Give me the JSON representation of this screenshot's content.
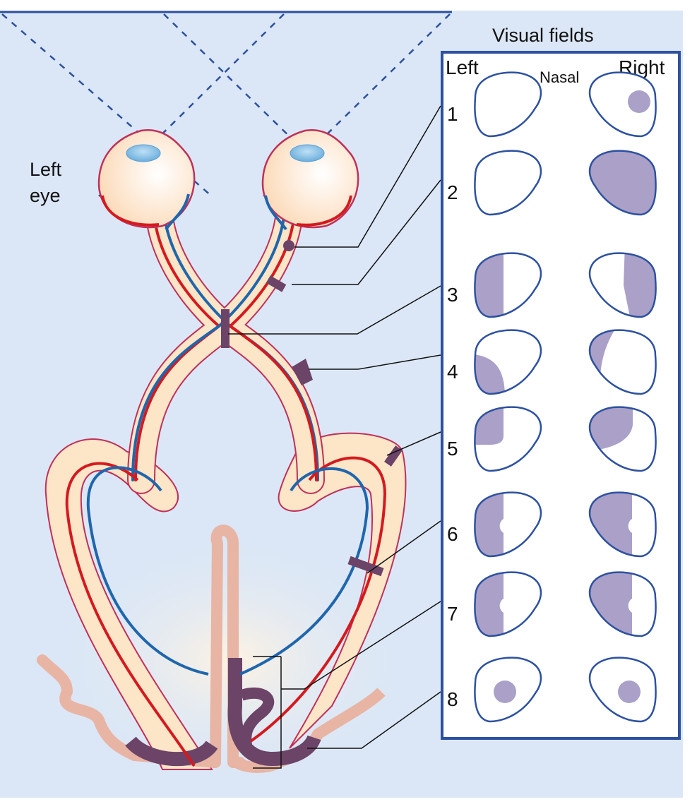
{
  "title": "Visual fields",
  "eye_label": [
    "Left",
    "eye"
  ],
  "panel": {
    "column_left": "Left",
    "column_right": "Right",
    "center_label": "Nasal"
  },
  "colors": {
    "background": "#dbe7f6",
    "panel_border": "#2d51a0",
    "field_outline": "#2d51a0",
    "field_defect": "#aaa0c8",
    "lesion": "#6b4468",
    "tissue_fill": "#fde5c8",
    "tissue_outline": "#c0305a",
    "nasal_fiber": "#d41a1f",
    "temporal_fiber": "#1f66ad",
    "cortex": "#e8b4a4",
    "leader_line": "#111111",
    "dashed_ray": "#2d51a0"
  },
  "rows": [
    {
      "number": "1",
      "left_field": "normal",
      "right_field": "central scotoma (right eye, temporal)",
      "lesion_site": "optic nerve (partial)"
    },
    {
      "number": "2",
      "left_field": "normal",
      "right_field": "complete blindness right eye",
      "lesion_site": "optic nerve (complete)"
    },
    {
      "number": "3",
      "left_field": "temporal hemianopia",
      "right_field": "temporal hemianopia",
      "lesion_site": "optic chiasm"
    },
    {
      "number": "4",
      "left_field": "inferior quadrant defect",
      "right_field": "superior wedge defect",
      "lesion_site": "optic tract"
    },
    {
      "number": "5",
      "left_field": "superior quadrantanopia",
      "right_field": "superior quadrantanopia",
      "lesion_site": "Meyer loop (temporal radiation)"
    },
    {
      "number": "6",
      "left_field": "homonymous hemianopia with macular sparing",
      "right_field": "homonymous hemianopia with macular sparing",
      "lesion_site": "optic radiation"
    },
    {
      "number": "7",
      "left_field": "homonymous hemianopia with macular sparing",
      "right_field": "homonymous hemianopia with macular sparing",
      "lesion_site": "visual cortex"
    },
    {
      "number": "8",
      "left_field": "central scotoma",
      "right_field": "central scotoma",
      "lesion_site": "occipital pole"
    }
  ]
}
